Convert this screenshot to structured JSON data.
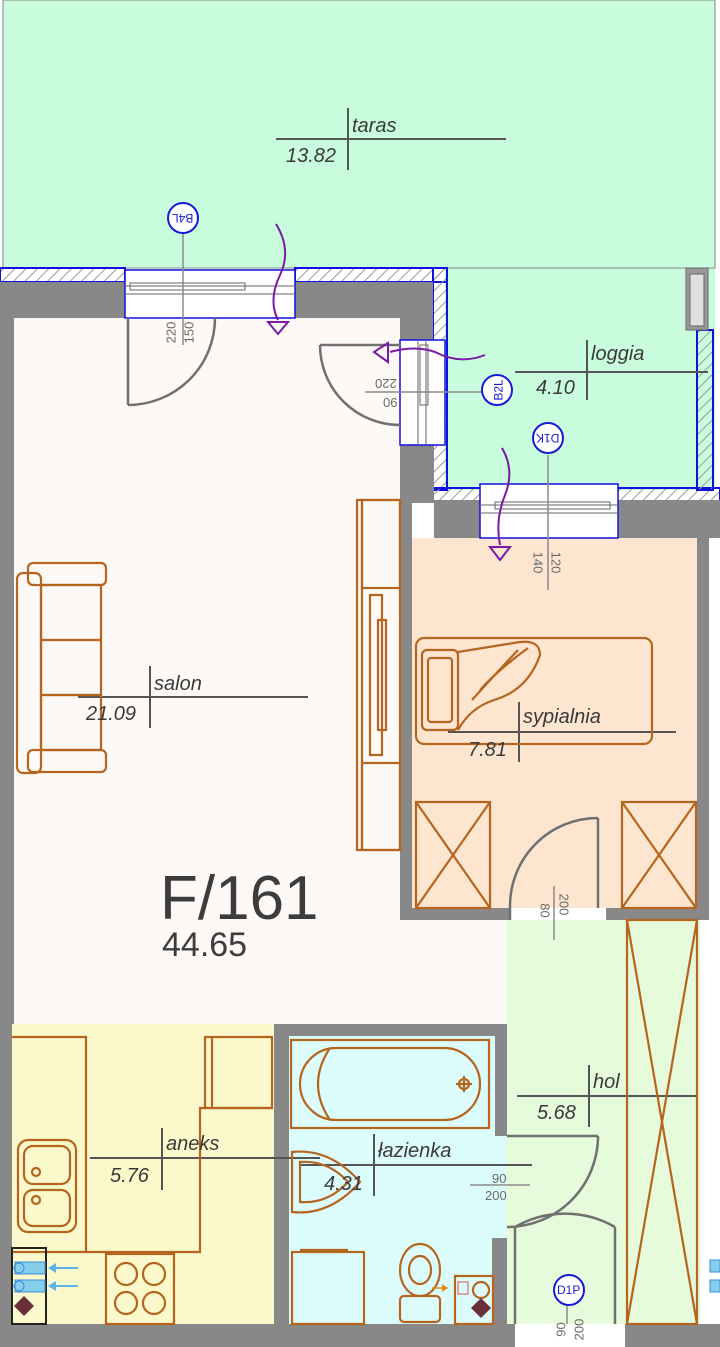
{
  "unit": {
    "code": "F/161",
    "area": "44.65"
  },
  "rooms": {
    "taras": {
      "name": "taras",
      "area": "13.82"
    },
    "loggia": {
      "name": "loggia",
      "area": "4.10"
    },
    "salon": {
      "name": "salon",
      "area": "21.09"
    },
    "sypialnia": {
      "name": "sypialnia",
      "area": "7.81"
    },
    "aneks": {
      "name": "aneks",
      "area": "5.76"
    },
    "lazienka": {
      "name": "łazienka",
      "area": "4.31"
    },
    "hol": {
      "name": "hol",
      "area": "5.68"
    }
  },
  "tags": {
    "b4l": "B4L",
    "b2l": "B2L",
    "d1k": "D1K",
    "d1p": "D1P"
  },
  "dimensions": {
    "b4l": {
      "width": "150",
      "height": "220"
    },
    "b2l": {
      "width": "90",
      "height": "220"
    },
    "d1k": {
      "width": "120",
      "height": "140"
    },
    "bedroom_door": {
      "width": "80",
      "height": "200"
    },
    "bathroom_door": {
      "width": "90",
      "height": "200"
    },
    "entry_door": {
      "width": "90",
      "height": "200"
    }
  },
  "colors": {
    "terrace": "#c8fcdc",
    "living": "#fdf9f7",
    "bedroom": "#fde5d0",
    "kitchen": "#fbf8cc",
    "bathroom": "#dcfbfb",
    "hall": "#e6fadc",
    "wall": "#888888",
    "furniture": "#b5651d",
    "window_frame": "#1010e0",
    "arrow": "#7a1aa6"
  }
}
